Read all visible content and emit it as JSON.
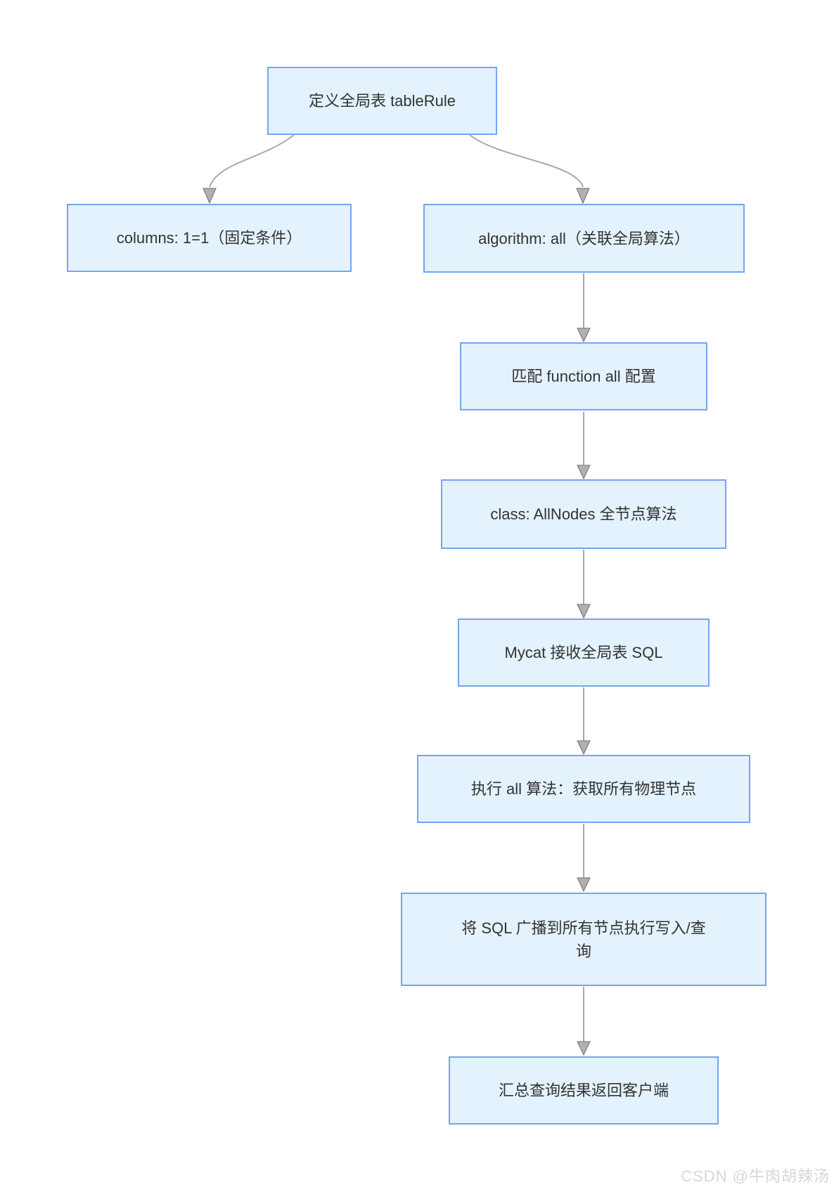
{
  "diagram": {
    "type": "flowchart",
    "nodes": [
      {
        "id": "n1",
        "label": "定义全局表 tableRule"
      },
      {
        "id": "n2",
        "label": "columns: 1=1（固定条件）"
      },
      {
        "id": "n3",
        "label": "algorithm: all（关联全局算法）"
      },
      {
        "id": "n4",
        "label": "匹配 function all 配置"
      },
      {
        "id": "n5",
        "label": "class: AllNodes 全节点算法"
      },
      {
        "id": "n6",
        "label": "Mycat 接收全局表 SQL"
      },
      {
        "id": "n7",
        "label": "执行 all 算法：获取所有物理节点"
      },
      {
        "id": "n8",
        "label": "将 SQL 广播到所有节点执行写入/查\n询"
      },
      {
        "id": "n9",
        "label": "汇总查询结果返回客户端"
      }
    ],
    "edges": [
      {
        "from": "n1",
        "to": "n2"
      },
      {
        "from": "n1",
        "to": "n3"
      },
      {
        "from": "n3",
        "to": "n4"
      },
      {
        "from": "n4",
        "to": "n5"
      },
      {
        "from": "n5",
        "to": "n6"
      },
      {
        "from": "n6",
        "to": "n7"
      },
      {
        "from": "n7",
        "to": "n8"
      },
      {
        "from": "n8",
        "to": "n9"
      }
    ],
    "colors": {
      "node_fill": "#e4f2fd",
      "node_border": "#75a4f2",
      "node_text": "#333333",
      "connector": "#a9a9a9",
      "arrowhead": "#b0b0b0",
      "watermark_text": "#d6d6d6"
    },
    "watermark": "CSDN @牛肉胡辣汤"
  }
}
